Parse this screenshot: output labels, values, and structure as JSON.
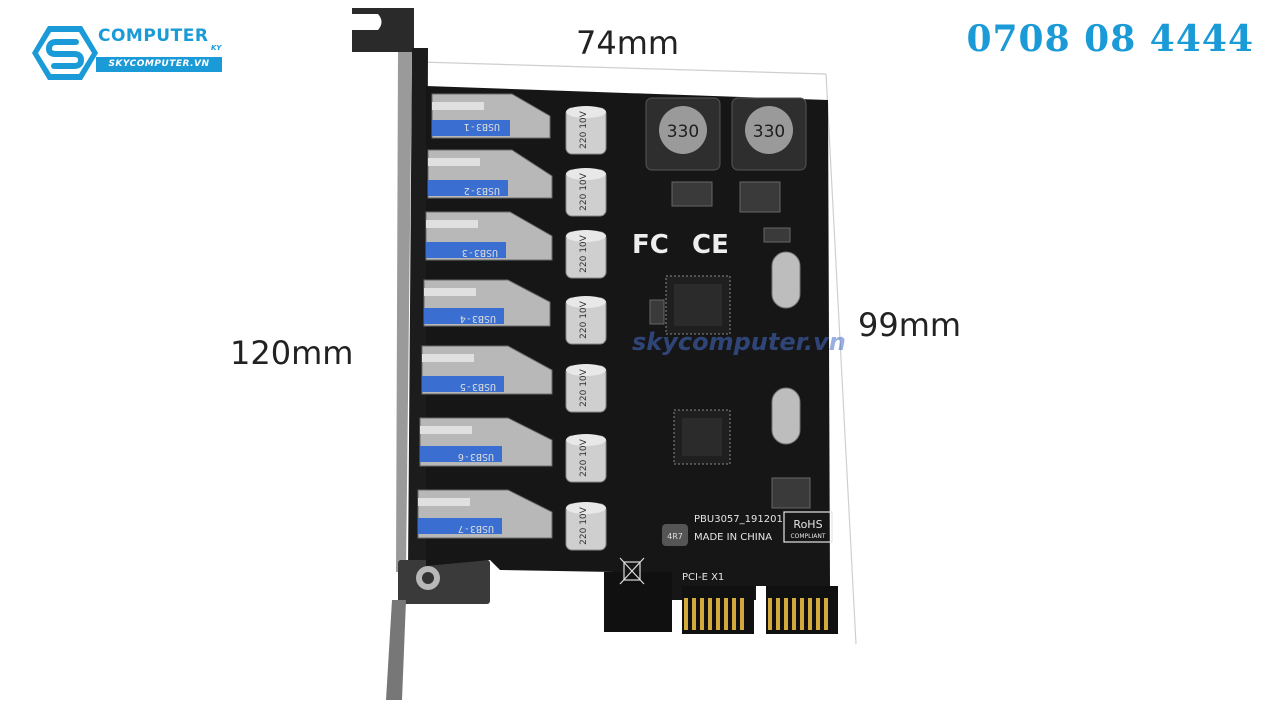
{
  "branding": {
    "logo_title": "COMPUTER",
    "logo_sub": "KY",
    "logo_site": "SKYCOMPUTER.VN",
    "phone": "0708 08 4444",
    "watermark": "skycomputer.vn",
    "brand_color": "#1a9ad6"
  },
  "dimensions": {
    "width": "74mm",
    "height_pcb": "99mm",
    "height_total": "120mm"
  },
  "board": {
    "ports": [
      "USB3-1",
      "USB3-2",
      "USB3-3",
      "USB3-4",
      "USB3-5",
      "USB3-6",
      "USB3-7"
    ],
    "inductor_label": "330",
    "capacitor_label": "220\n10V",
    "cert_marks": [
      "FC",
      "CE"
    ],
    "model_text": "PBU3057_191201",
    "made_in": "MADE IN CHINA",
    "rohs_title": "RoHS",
    "rohs_sub": "COMPLIANT",
    "slot_label": "PCI-E X1",
    "component_label": "4R7"
  }
}
